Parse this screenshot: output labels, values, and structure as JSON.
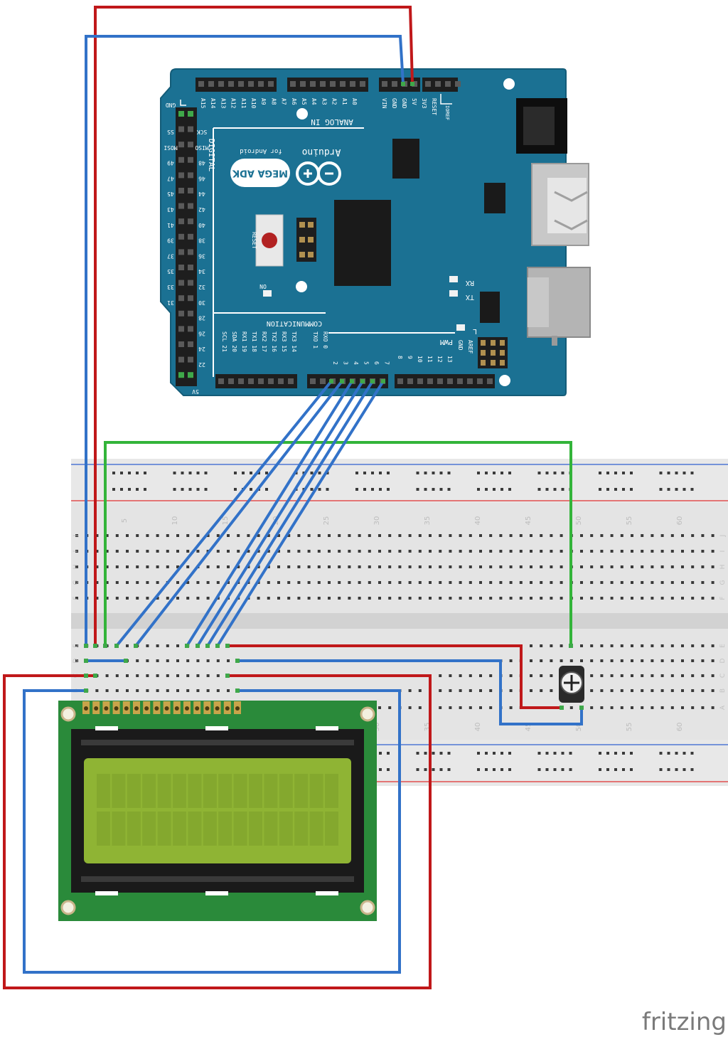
{
  "board": {
    "model": "MEGA ADK",
    "brand": "Arduino",
    "subtitle": "for Android",
    "header_analog": "ANALOG IN",
    "header_digital": "DIGITAL",
    "header_communication": "COMMUNICATION",
    "header_pwm": "PWM",
    "reset_label": "RESET",
    "on_label": "ON",
    "tx_label": "TX",
    "rx_label": "RX",
    "l_label": "L",
    "aref_label": "AREF",
    "gnd_label": "GND",
    "ioref_label": "IOREF",
    "power_pins": [
      "VIN",
      "GND",
      "GND",
      "5V",
      "3V3",
      "RESET"
    ],
    "analog_pins": [
      "A15",
      "A14",
      "A13",
      "A12",
      "A11",
      "A10",
      "A9",
      "A8",
      "A7",
      "A6",
      "A5",
      "A4",
      "A3",
      "A2",
      "A1",
      "A0"
    ],
    "comm_pins": [
      "SCL 21",
      "SDA 20",
      "RX1 19",
      "TX1 18",
      "RX2 17",
      "TX2 16",
      "RX3 15",
      "TX3 14"
    ],
    "serial_pins": [
      "TXO 1",
      "RXO 0"
    ],
    "pwm_pins": [
      "7",
      "6",
      "5",
      "4",
      "3",
      "2"
    ],
    "pwm_pins_2": [
      "13",
      "12",
      "11",
      "10",
      "9",
      "8"
    ],
    "digital_left": [
      "SS",
      "MOSI",
      "49",
      "47",
      "45",
      "43",
      "41",
      "39",
      "37",
      "35",
      "33",
      "31"
    ],
    "digital_right": [
      "SCK",
      "MISO",
      "48",
      "46",
      "44",
      "42",
      "40",
      "38",
      "36",
      "34",
      "32",
      "30",
      "28",
      "26",
      "24",
      "22"
    ],
    "vcc_bottom": "5V",
    "gnd_top": "GND"
  },
  "breadboard": {
    "column_numbers": [
      "5",
      "10",
      "15",
      "20",
      "25",
      "30",
      "35",
      "40",
      "45",
      "50",
      "55",
      "60"
    ],
    "row_letters_top": [
      "J",
      "I",
      "H",
      "G",
      "F"
    ],
    "row_letters_bottom": [
      "E",
      "D",
      "C",
      "B",
      "A"
    ]
  },
  "colors": {
    "board": "#1b7193",
    "board_dark": "#155d79",
    "wire_red": "#c0181a",
    "wire_blue": "#3272c8",
    "wire_green": "#33b43a",
    "lcd_pcb": "#2a8a3a",
    "lcd_bezel": "#1a1a1a",
    "lcd_screen": "#8fb434",
    "breadboard": "#e6e6e6",
    "rail_red": "#e03030",
    "rail_blue": "#3060d0"
  },
  "watermark": "fritzing"
}
